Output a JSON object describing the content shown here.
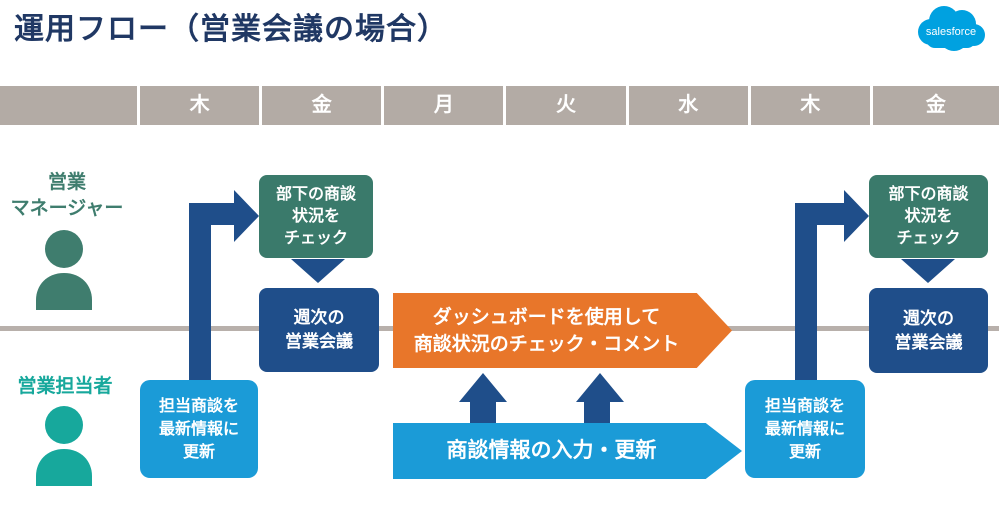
{
  "page": {
    "title": "運用フロー（営業会議の場合）"
  },
  "logo": {
    "text": "salesforce"
  },
  "timeline": {
    "days": [
      "木",
      "金",
      "月",
      "火",
      "水",
      "木",
      "金"
    ]
  },
  "lanes": {
    "manager": {
      "label": "営業\nマネージャー"
    },
    "rep": {
      "label": "営業担当者"
    }
  },
  "flow": {
    "manager_check_left": "部下の商談\n状況を\nチェック",
    "weekly_meeting_left": "週次の\n営業会議",
    "rep_update_left": "担当商談を\n最新情報に\n更新",
    "dashboard_arrow": "ダッシュボードを使用して\n商談状況のチェック・コメント",
    "input_update_banner": "商談情報の入力・更新",
    "manager_check_right": "部下の商談\n状況を\nチェック",
    "weekly_meeting_right": "週次の\n営業会議",
    "rep_update_right": "担当商談を\n最新情報に\n更新"
  },
  "colors": {
    "title_navy": "#203864",
    "header_gray": "#b3aba5",
    "lane_line_gray": "#b8b0ab",
    "manager_teal": "#3f7d6e",
    "rep_teal": "#17a89c",
    "box_teal": "#3a7a6b",
    "dark_blue": "#1f4e8a",
    "light_blue": "#1b9bd7",
    "orange": "#e8762a",
    "salesforce_blue": "#00a1e0"
  }
}
